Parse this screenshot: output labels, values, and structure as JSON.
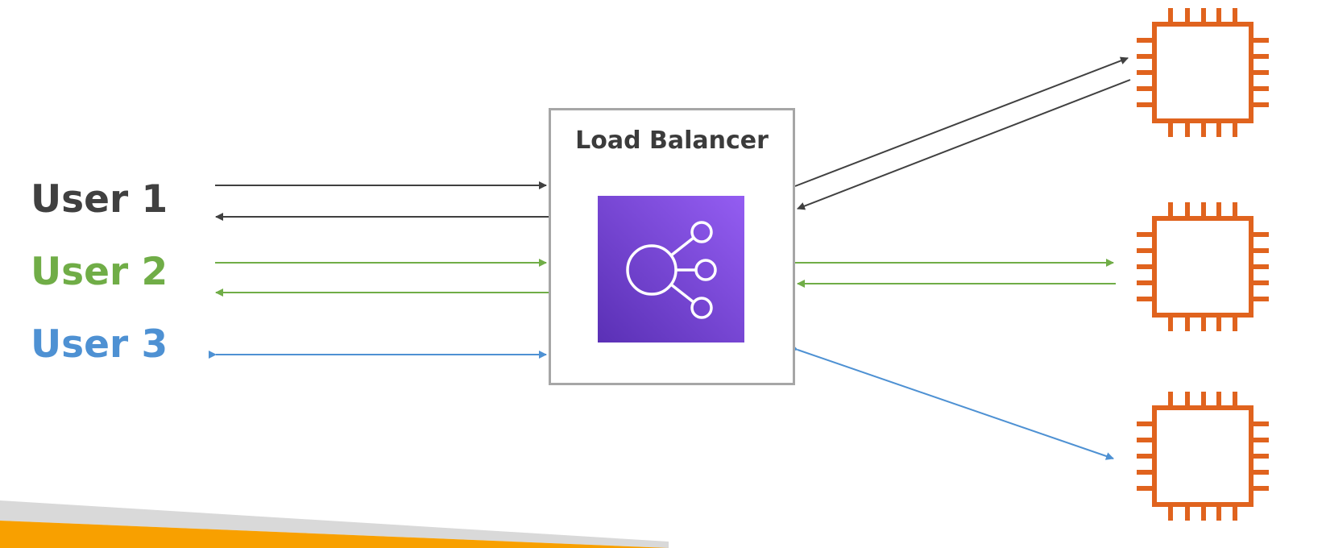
{
  "users": [
    {
      "label": "User 1",
      "color": "#404040"
    },
    {
      "label": "User 2",
      "color": "#70ad47"
    },
    {
      "label": "User 3",
      "color": "#4e91d3"
    }
  ],
  "load_balancer": {
    "title": "Load Balancer",
    "icon": "elastic-load-balancing-icon",
    "icon_gradient": [
      "#5a30b5",
      "#945df2"
    ]
  },
  "instances": [
    {
      "icon": "ec2-instance-chip-icon",
      "color": "#e0631e"
    },
    {
      "icon": "ec2-instance-chip-icon",
      "color": "#e0631e"
    },
    {
      "icon": "ec2-instance-chip-icon",
      "color": "#e0631e"
    }
  ],
  "decoration": {
    "accent_orange": "#f8a000",
    "accent_gray": "#d9d9d9"
  }
}
